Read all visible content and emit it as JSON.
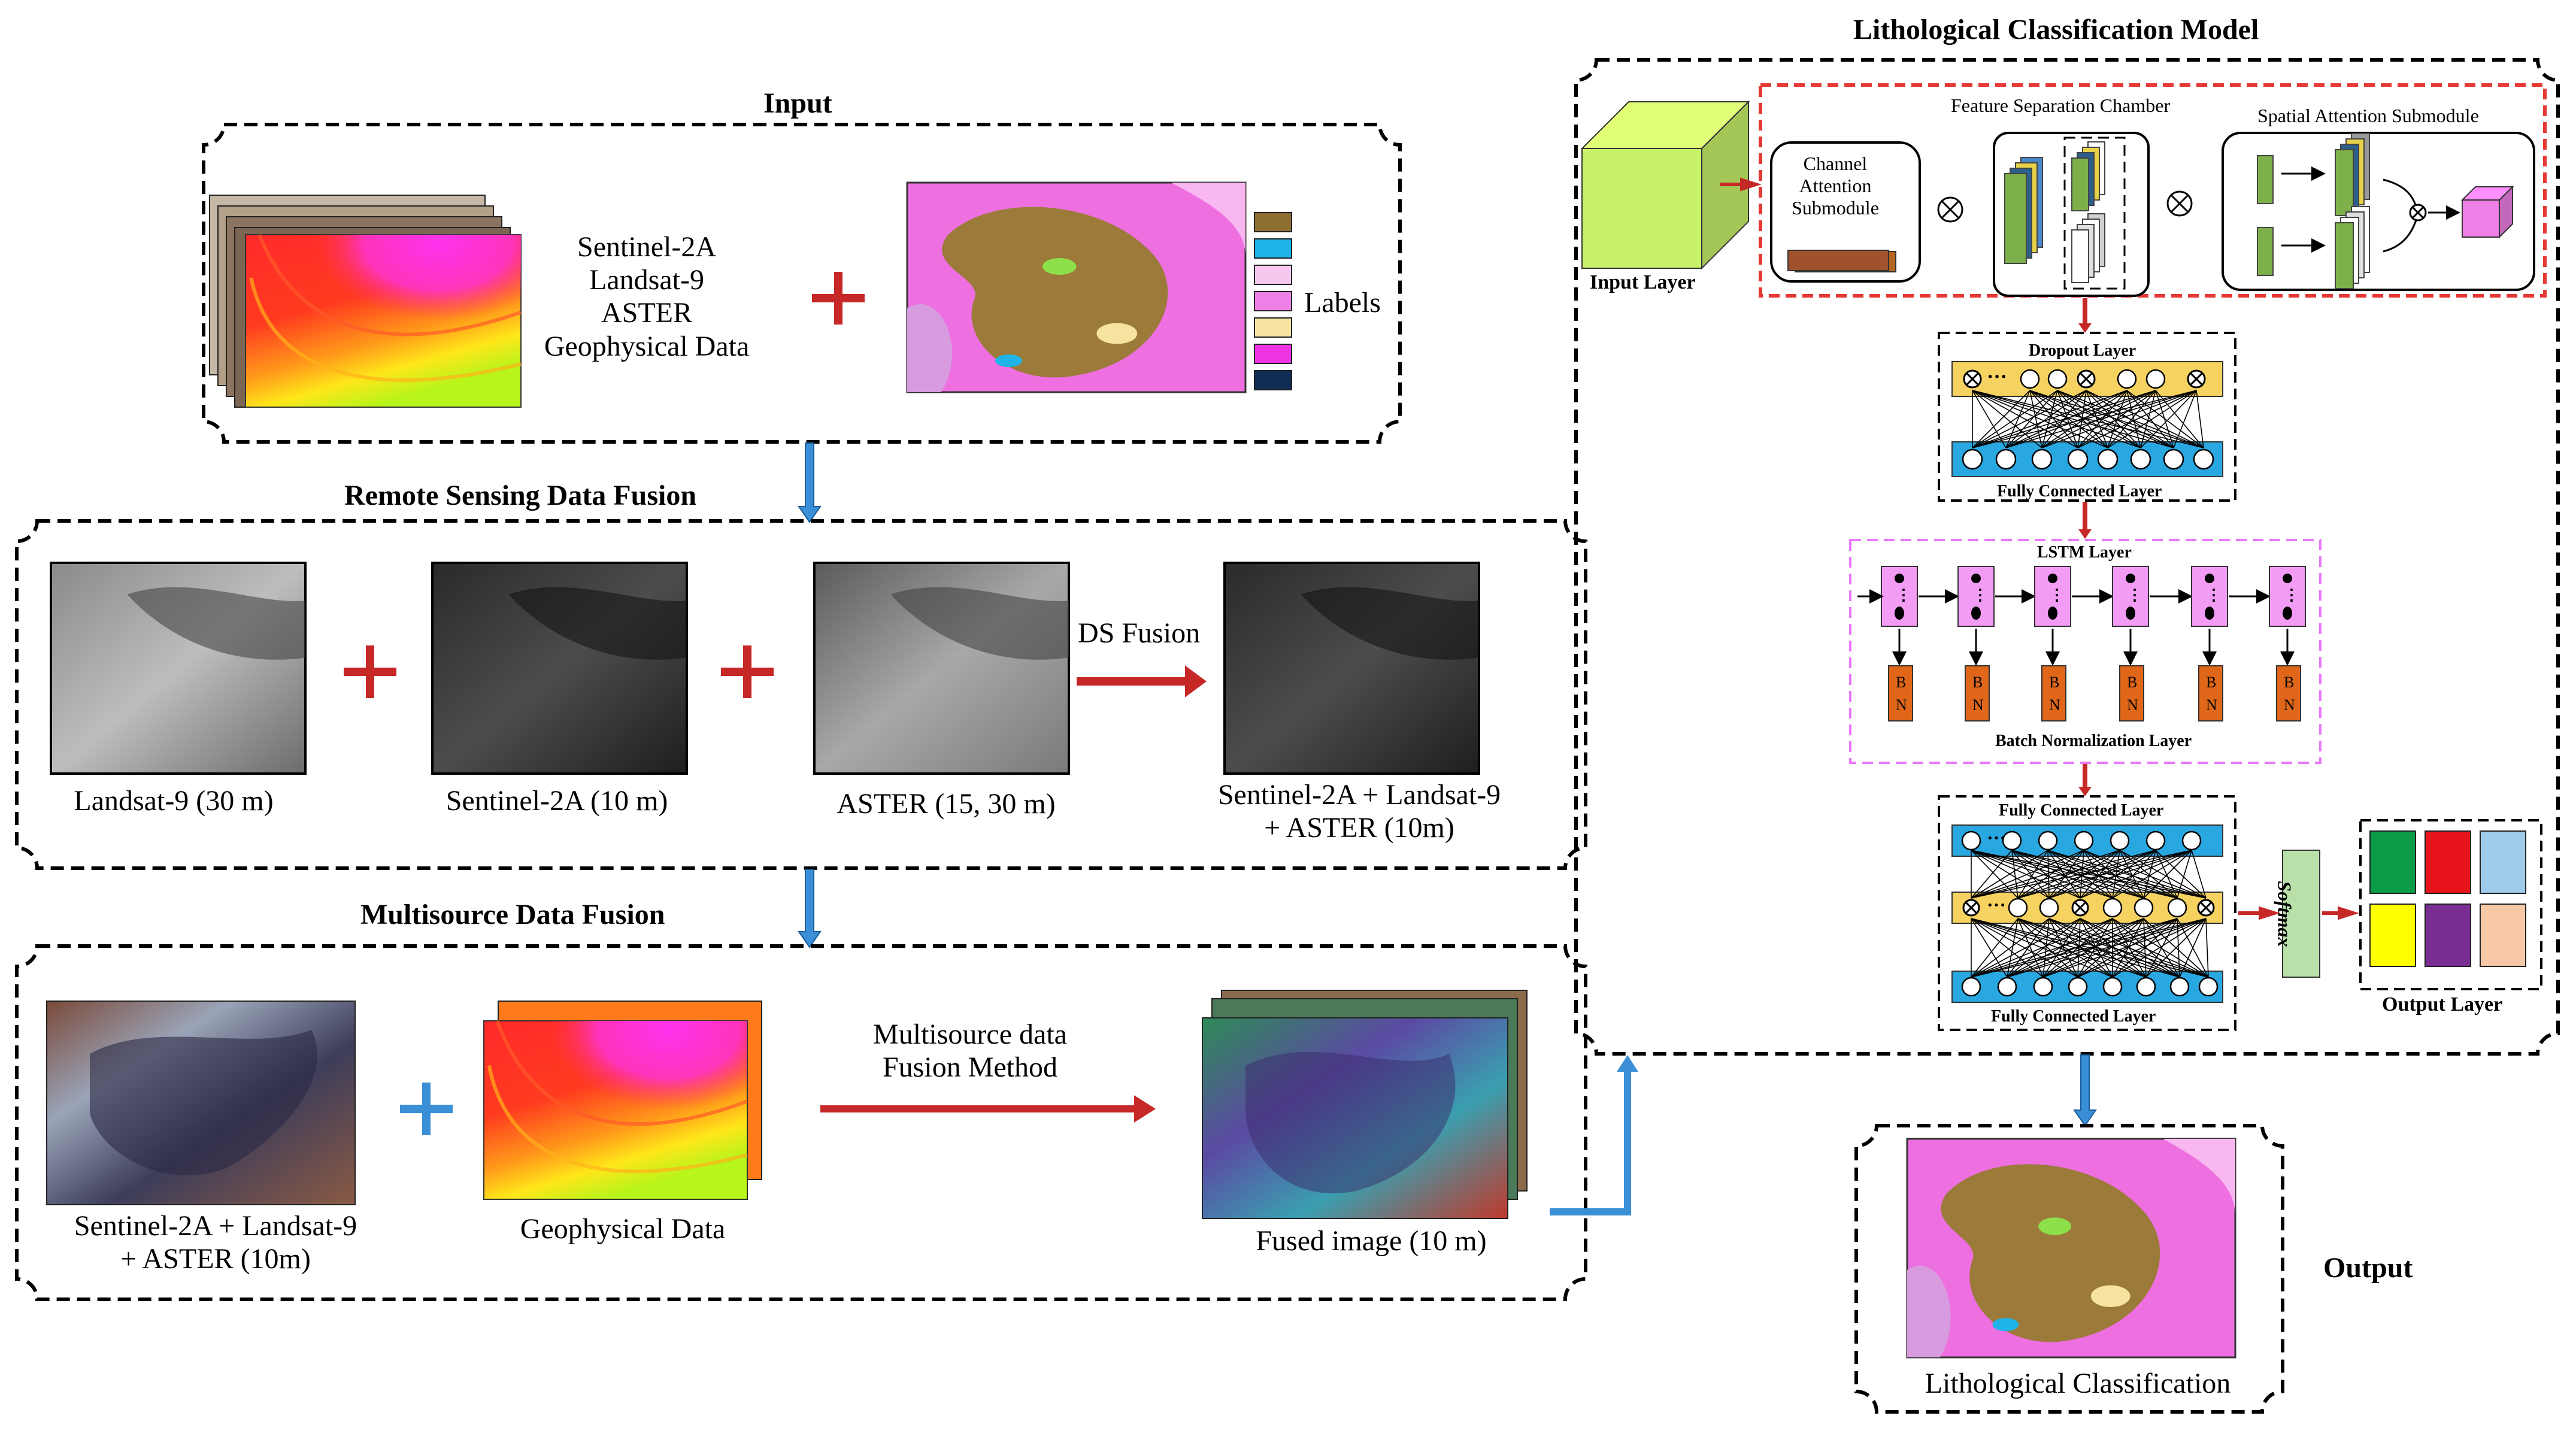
{
  "colors": {
    "frame": "#000000",
    "feature_frame": "#e53935",
    "lstm_frame": "#e879f9",
    "arrow_red": "#c62828",
    "arrow_blue": "#3b8fd6",
    "fc_bar": "#29a7e1",
    "dropout_bar": "#f6d361",
    "lstm_cell": "#f39cf5",
    "bn_cell": "#e0671a",
    "input_cube": "#c7f26a",
    "softmax_box": "#b8e0a8"
  },
  "input": {
    "title": "Input",
    "sources": [
      "Sentinel-2A",
      "Landsat-9",
      "ASTER",
      "Geophysical Data"
    ],
    "labels_caption": "Labels",
    "legend_colors": [
      "#8f6e32",
      "#1fb3e8",
      "#f6c7ef",
      "#ee7fe6",
      "#f6e3a0",
      "#ee33e3",
      "#0f2d55"
    ]
  },
  "rs_fusion": {
    "title": "Remote Sensing Data Fusion",
    "images": [
      "Landsat-9 (30 m)",
      "Sentinel-2A (10 m)",
      "ASTER (15, 30 m)"
    ],
    "arrow_label": "DS Fusion",
    "result": [
      "Sentinel-2A + Landsat-9",
      "+ ASTER (10m)"
    ]
  },
  "ms_fusion": {
    "title": "Multisource Data Fusion",
    "image_caption": [
      "Sentinel-2A + Landsat-9",
      "+ ASTER (10m)"
    ],
    "geo_caption": "Geophysical Data",
    "method_label": [
      "Multisource data",
      "Fusion Method"
    ],
    "result_caption": "Fused image (10 m)"
  },
  "model": {
    "title": "Lithological Classification Model",
    "input_layer": "Input Layer",
    "feature_chamber": "Feature  Separation Chamber",
    "channel_attention": [
      "Channel",
      "Attention",
      "Submodule"
    ],
    "spatial_attention": "Spatial Attention Submodule",
    "dropout_layer": "Dropout Layer",
    "fc_layer": "Fully Connected Layer",
    "lstm_layer": "LSTM Layer",
    "bn_label": [
      "B",
      "N"
    ],
    "batch_norm": "Batch Normalization Layer",
    "fc_layer_top": "Fully Connected Layer",
    "fc_layer_bottom": "Fully Connected Layer",
    "softmax": "Softmax",
    "output_layer": "Output Layer",
    "output_colors": [
      "#0c9b48",
      "#e8141c",
      "#9fcbea",
      "#ffff00",
      "#7a2e93",
      "#f6c8a6"
    ]
  },
  "output": {
    "caption": "Lithological Classification",
    "side_label": "Output"
  }
}
